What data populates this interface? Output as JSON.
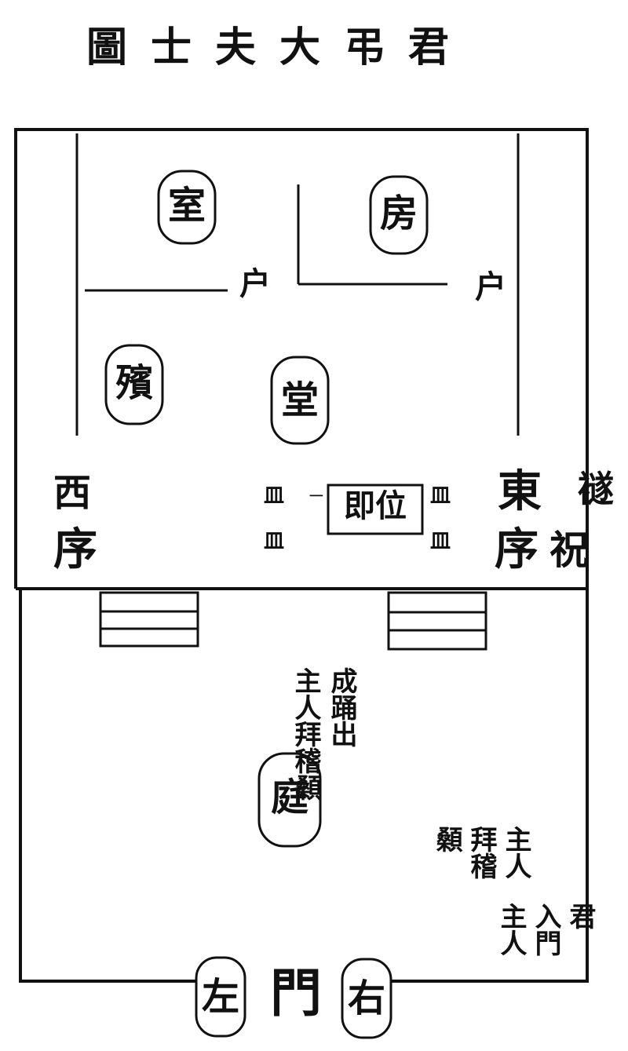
{
  "title": "圖士夫大弔君",
  "rooms": {
    "shi": "室",
    "fang": "房",
    "hu_left": "户",
    "hu_right": "户",
    "bin": "殯",
    "tang": "堂",
    "ting": "庭",
    "west_xu_1": "西",
    "west_xu_2": "序",
    "east_xu_1": "東",
    "east_xu_2": "序",
    "zhu": "祝",
    "east_extra": "襚",
    "gate_left": "左",
    "gate_mid": "門",
    "gate_right": "右",
    "center_box": "即位"
  },
  "annotations": {
    "col1": "主人拜稽顙",
    "col2": "成踊出",
    "court1": "主人",
    "court2": "拜稽",
    "court3": "顙",
    "gate_note1": "君",
    "gate_note2": "入門",
    "gate_note3": "主人"
  }
}
